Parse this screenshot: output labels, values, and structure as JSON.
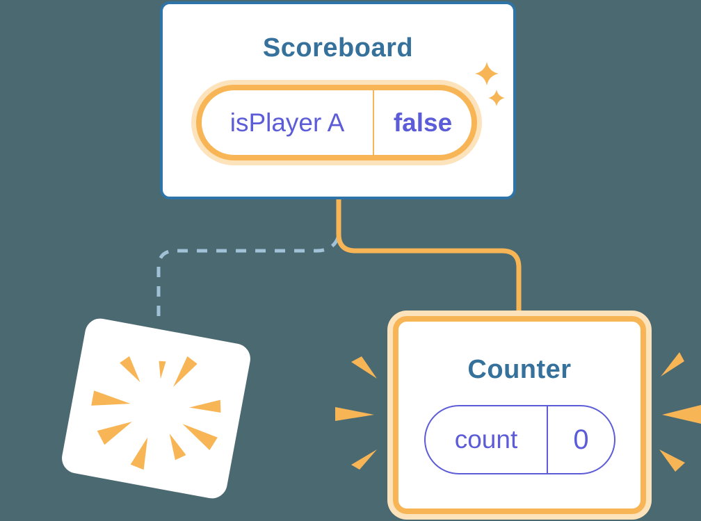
{
  "scoreboard": {
    "title": "Scoreboard",
    "state_key": "isPlayer A",
    "state_value": "false"
  },
  "counter": {
    "title": "Counter",
    "state_key": "count",
    "state_value": "0"
  },
  "colors": {
    "background": "#4B6971",
    "card_background": "#FFFFFF",
    "scoreboard_border": "#2E74A8",
    "component_title": "#35719B",
    "state_orange": "#F8B556",
    "state_orange_halo": "#FCE3BC",
    "state_purple": "#5C5CD8",
    "dashed_line": "#A0C1D6"
  }
}
